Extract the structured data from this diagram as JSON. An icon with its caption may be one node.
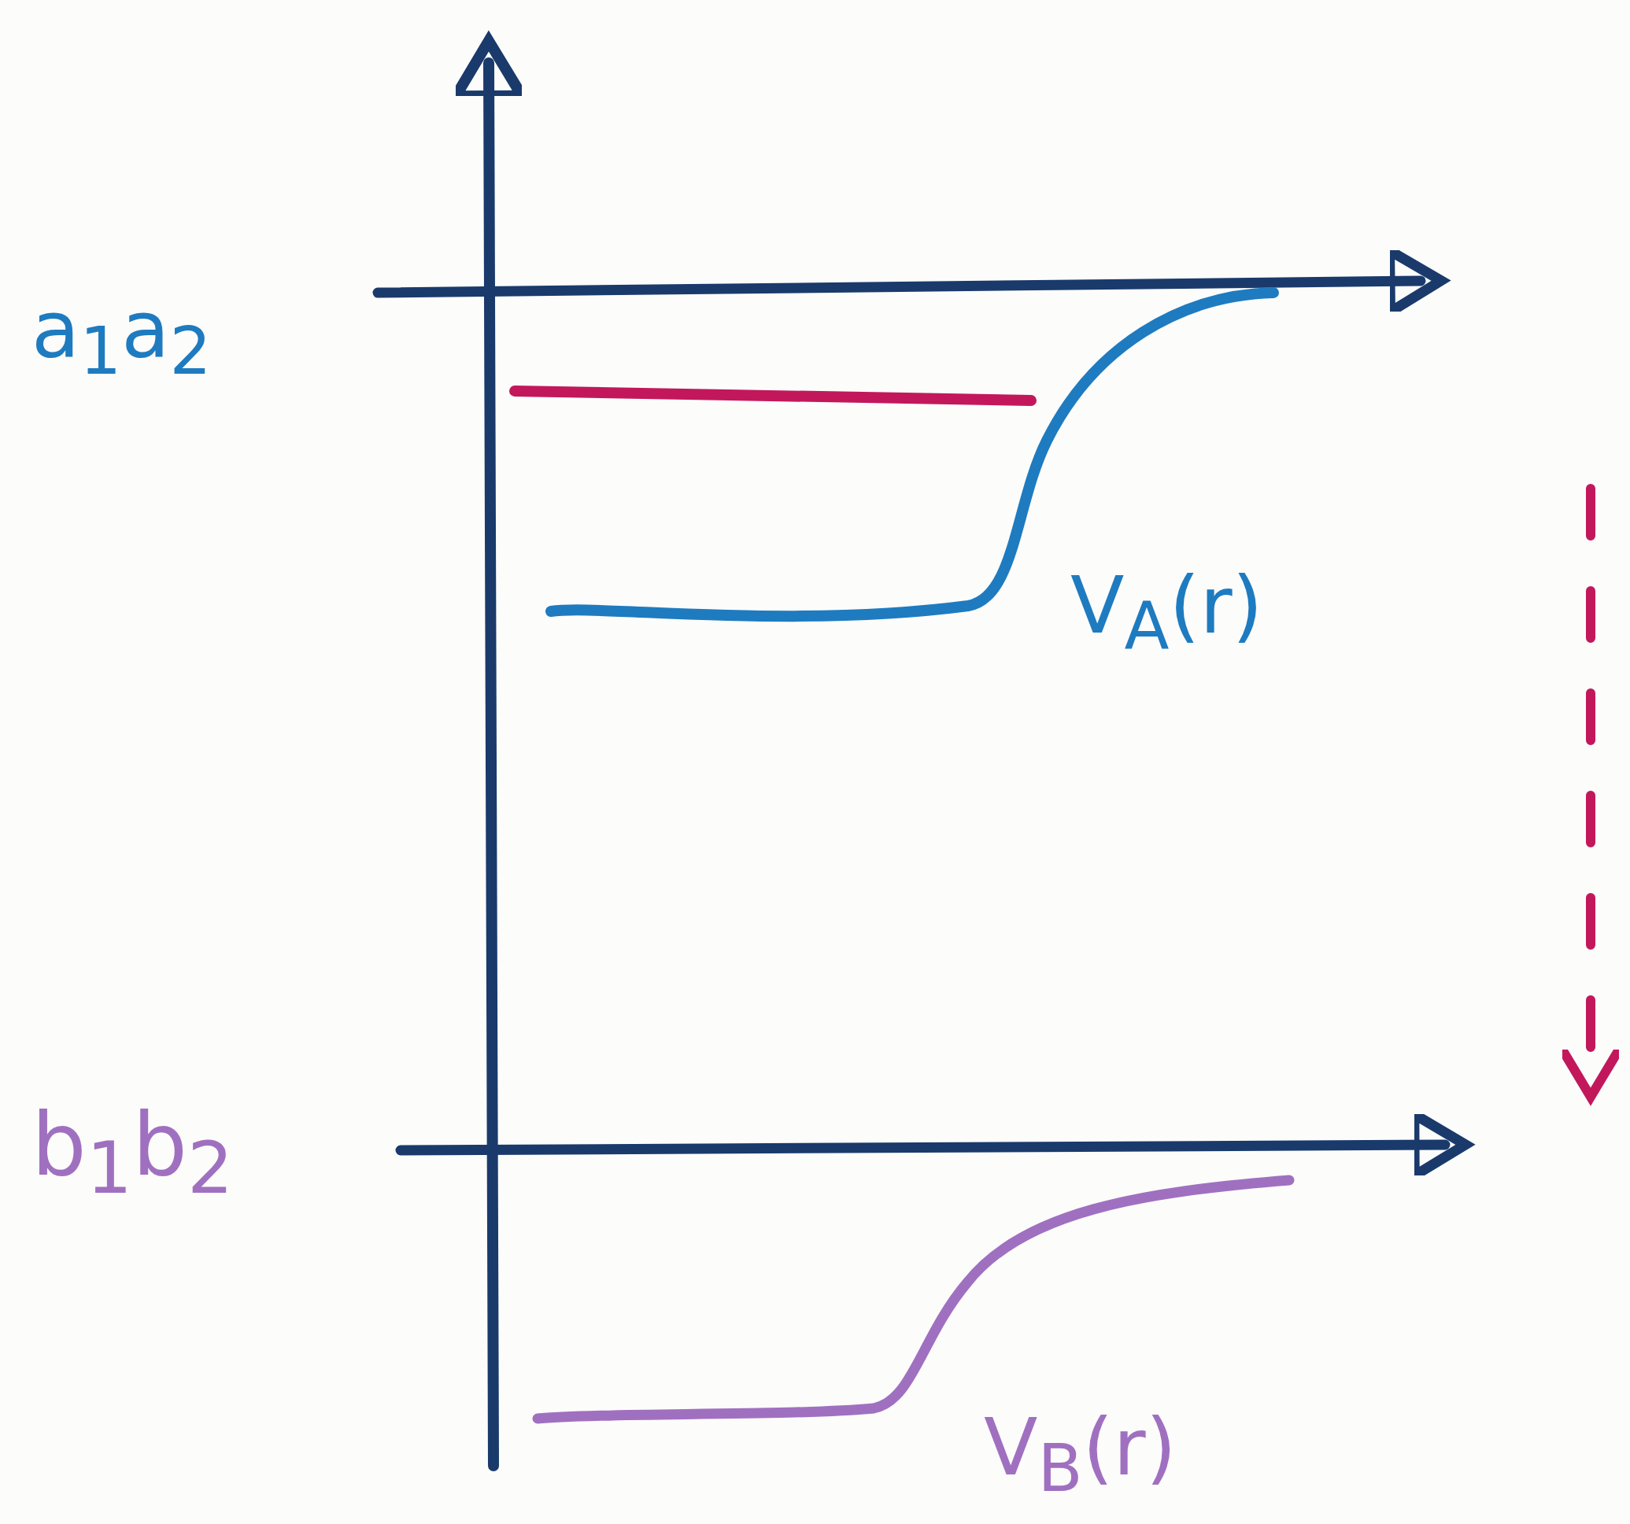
{
  "diagram": {
    "labels": [
      "a$_{1}$a$_{2}$",
      "V$_{A}$(r)",
      "b$_{1}$b$_{2}$",
      "V$_{B}$(r)"
    ]
  }
}
